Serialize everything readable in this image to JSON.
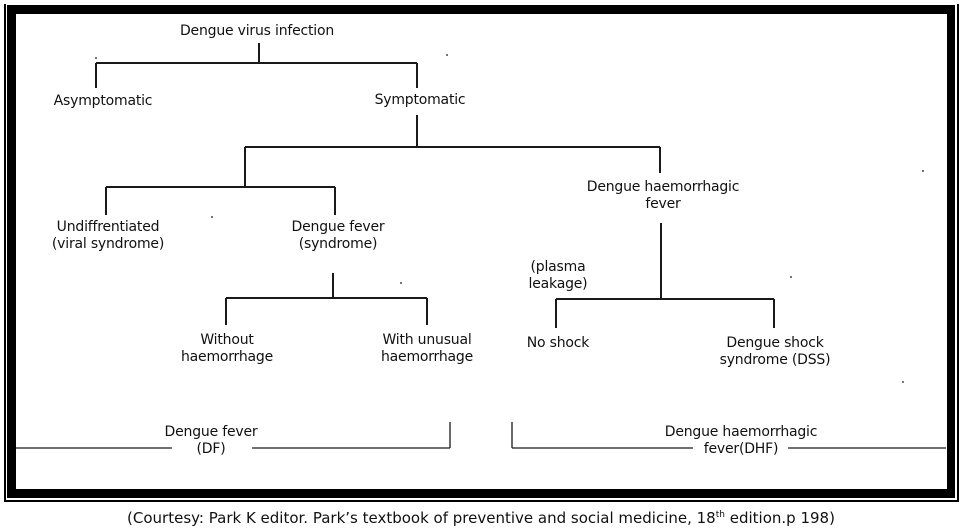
{
  "diagram": {
    "root": "Dengue virus infection",
    "level1": {
      "left": "Asymptomatic",
      "right": "Symptomatic"
    },
    "level2": {
      "left": {
        "line1": "Undiffrentiated",
        "line2": "(viral syndrome)"
      },
      "middle": {
        "line1": "Dengue fever",
        "line2": "(syndrome)"
      },
      "right": {
        "line1": "Dengue haemorrhagic",
        "line2": "fever"
      }
    },
    "annotation": {
      "line1": "(plasma",
      "line2": "leakage)"
    },
    "level3": {
      "df_left": {
        "line1": "Without",
        "line2": "haemorrhage"
      },
      "df_right": {
        "line1": "With unusual",
        "line2": "haemorrhage"
      },
      "dhf_left": {
        "line1": "No shock",
        "line2": ""
      },
      "dhf_right": {
        "line1": "Dengue shock",
        "line2": "syndrome (DSS)"
      }
    },
    "groups": {
      "df": {
        "line1": "Dengue fever",
        "line2": "(DF)"
      },
      "dhf": {
        "line1": "Dengue haemorrhagic",
        "line2": "fever(DHF)"
      }
    }
  },
  "caption": {
    "prefix": "(Courtesy: Park K editor. Park’s textbook of preventive and social medicine, 18",
    "superscript": "th",
    "suffix": " edition.p 198)"
  }
}
